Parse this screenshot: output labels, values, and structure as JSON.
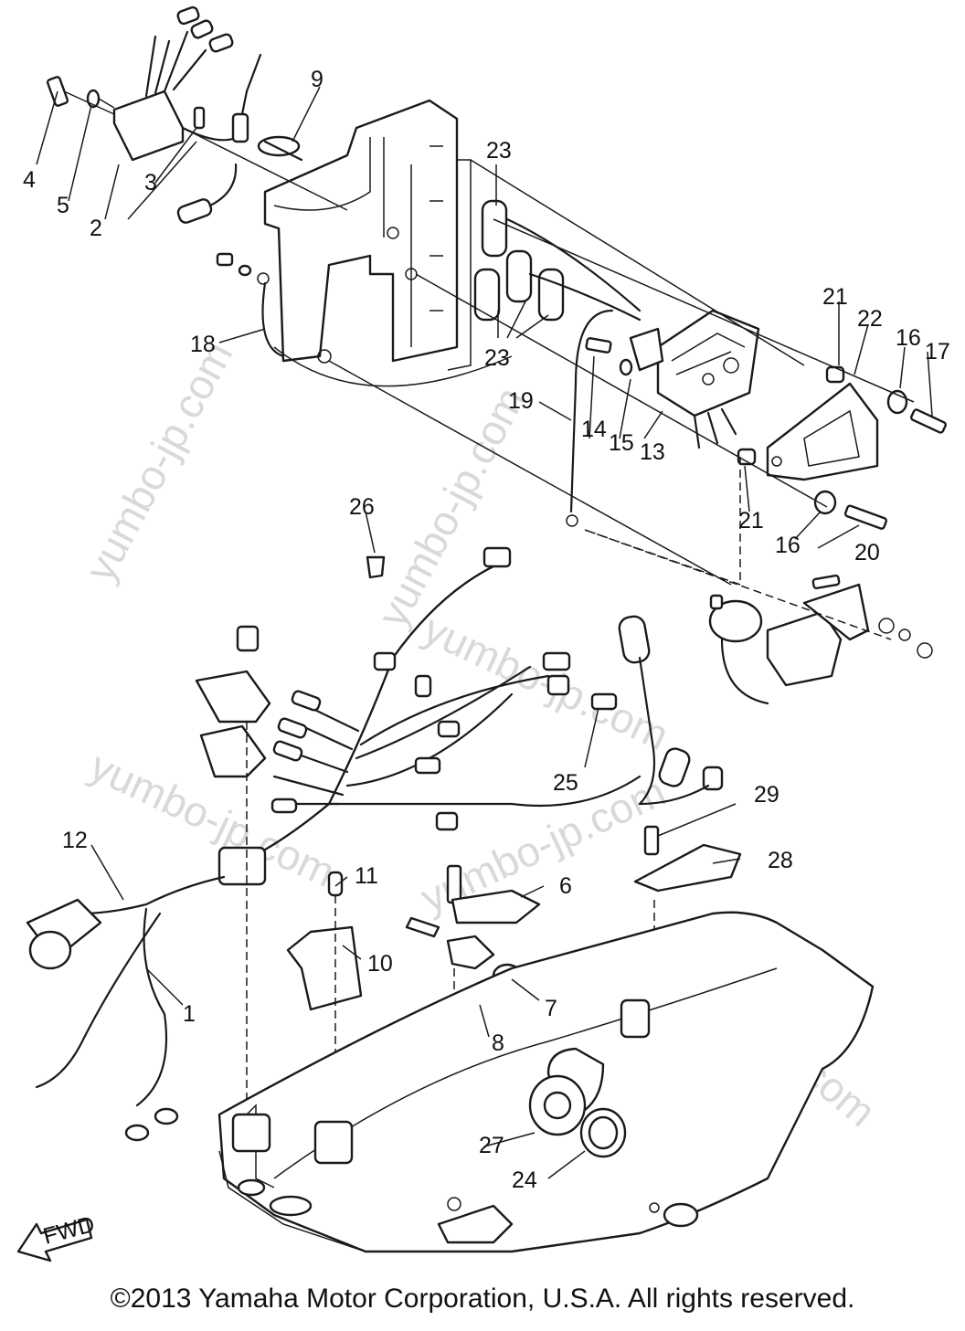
{
  "watermark": "yumbo-jp.com",
  "arrow_label": "FWD",
  "copyright": "©2013 Yamaha Motor Corporation, U.S.A. All rights reserved.",
  "callouts": [
    "1",
    "2",
    "3",
    "4",
    "5",
    "6",
    "7",
    "8",
    "9",
    "10",
    "11",
    "12",
    "13",
    "14",
    "15",
    "16",
    "16",
    "17",
    "18",
    "19",
    "20",
    "21",
    "21",
    "22",
    "23",
    "23",
    "24",
    "25",
    "26",
    "27",
    "28",
    "29"
  ]
}
